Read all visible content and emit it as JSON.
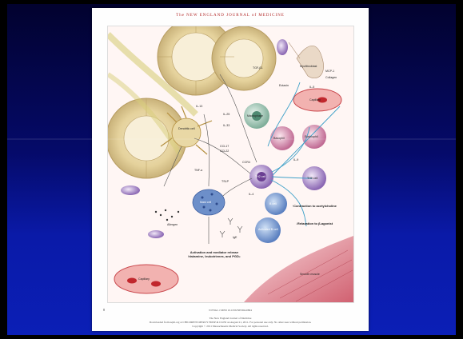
{
  "journal": {
    "header": "The NEW ENGLAND JOURNAL of MEDICINE",
    "page_number": "8",
    "doi_line": "N ENGL J MED 10.1056/NEJMra0804",
    "footer_lines": [
      "The New England Journal of Medicine",
      "Downloaded from nejm.org at CHILDRENS MERCY HOSP & CLINI on August 21, 2011. For personal use only. No other uses without permission.",
      "Copyright © 2011 Massachusetts Medical Society. All rights reserved."
    ]
  },
  "figure": {
    "labels": {
      "tgf_b1": "TGF-β1",
      "myofibroblast": "Myofibroblast",
      "mcp1": "MCP-1",
      "collagen": "Collagen",
      "il5": "IL-5",
      "eotaxin": "Eotaxin",
      "capillary_top": "Capillary",
      "capillary_bottom": "Capillary",
      "il13": "IL-13",
      "il25": "IL-25",
      "il33": "IL-33",
      "ccl17": "CCL17",
      "ccl22": "CCL22",
      "tslp": "TSLP",
      "tnf_a": "TNF-α",
      "ccr4": "CCR4",
      "il4": "IL-4",
      "il9": "IL-9",
      "ige": "IgE",
      "th2": "TH2 cell",
      "dendritic": "Dendritic cell",
      "mast_cell": "Mast cell",
      "b_cell": "B cell",
      "activated_b": "Activated B cell",
      "eosinophil": "Eosinophil",
      "basophil": "Basophil",
      "th9": "TH9 cell",
      "macrophage": "Macrophage",
      "allergen": "Allergen",
      "contraction": "↑Contraction to acetylcholine",
      "relaxation": "↓Relaxation to β-agonist",
      "activation": "Activation and mediator release histamine, leukotrienes, and PGD₂",
      "smooth_muscle": "Smooth muscle"
    }
  }
}
